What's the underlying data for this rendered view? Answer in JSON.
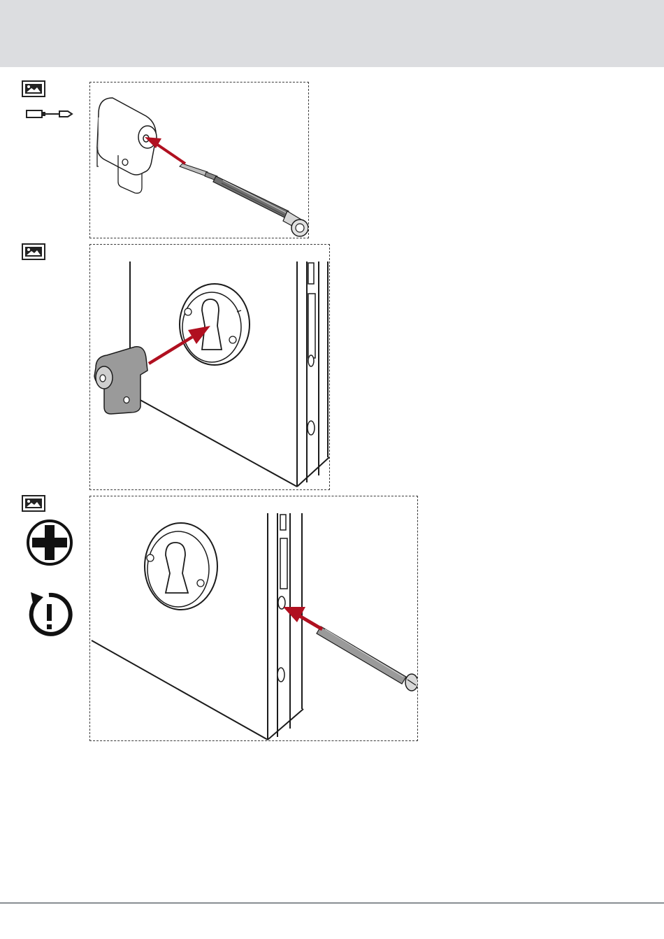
{
  "header": {
    "background": "#dcdde0"
  },
  "steps": [
    {
      "id": 1,
      "media": "image-icon",
      "tool": "screwdriver-icon",
      "illustration": "cylinder-cam-screw"
    },
    {
      "id": 2,
      "media": "image-icon",
      "illustration": "insert-cylinder-into-door"
    },
    {
      "id": 3,
      "media": "image-icon",
      "tools": [
        "phillips-head-icon",
        "caution-tighten-icon"
      ],
      "illustration": "fix-screw-into-lock-case"
    }
  ],
  "colors": {
    "arrow": "#b01020",
    "line": "#1b1b1b",
    "cylinder": "#9a9a9a",
    "footer_line": "#1f2a33"
  }
}
